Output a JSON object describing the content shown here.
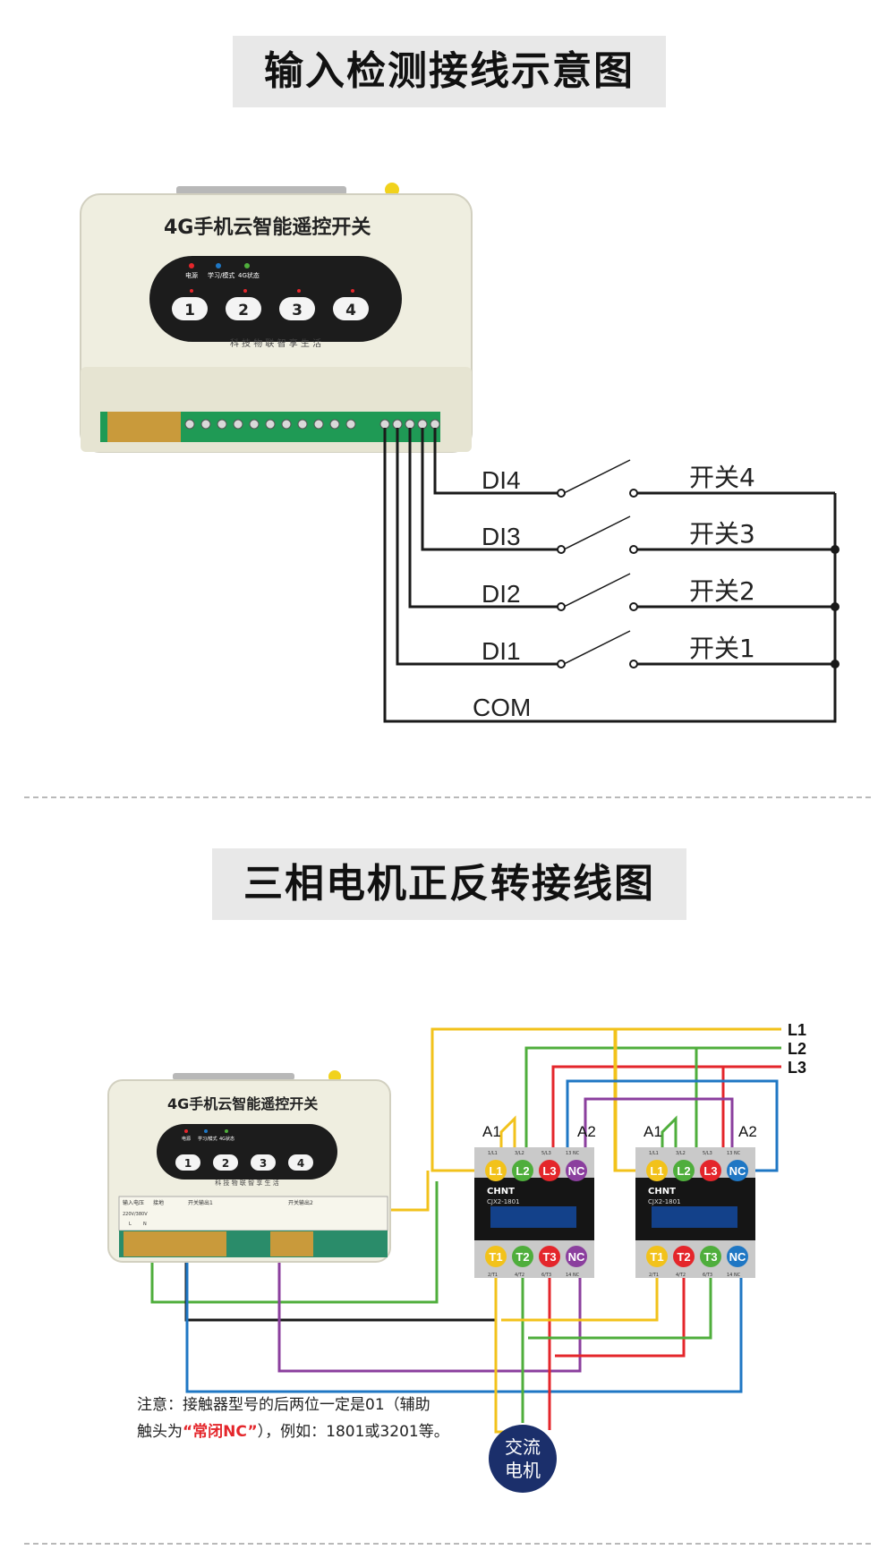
{
  "section1": {
    "title": "输入检测接线示意图",
    "device": {
      "brand": "4G手机云智能遥控开关",
      "leds": [
        "电源",
        "学习/模式",
        "4G状态"
      ],
      "buttons": [
        "1",
        "2",
        "3",
        "4"
      ],
      "slogan": "科 技 物 联    智 享 生 活"
    },
    "inputs": [
      "DI4",
      "DI3",
      "DI2",
      "DI1"
    ],
    "switches": [
      "开关4",
      "开关3",
      "开关2",
      "开关1"
    ],
    "common": "COM"
  },
  "section2": {
    "title": "三相电机正反转接线图",
    "device": {
      "brand": "4G手机云智能遥控开关",
      "leds": [
        "电源",
        "学习/模式",
        "4G状态"
      ],
      "buttons": [
        "1",
        "2",
        "3",
        "4"
      ],
      "slogan": "科 技 物 联    智 享 生 活",
      "terminal_labels": [
        "输入电压",
        "接地",
        "220V/380V",
        "L",
        "N",
        "开关输出1",
        "开关输出2"
      ]
    },
    "phases": [
      "L1",
      "L2",
      "L3"
    ],
    "contactor": {
      "coil": [
        "A1",
        "A2"
      ],
      "top_terminals": [
        "L1",
        "L2",
        "L3",
        "NC"
      ],
      "bottom_terminals": [
        "T1",
        "T2",
        "T3",
        "NC"
      ],
      "brand": "CHNT",
      "model": "CJX2-1801",
      "top_marks": [
        "1/L1",
        "3/L2",
        "5/L3",
        "13 NC"
      ],
      "bottom_marks": [
        "2/T1",
        "4/T2",
        "6/T3",
        "14 NC"
      ]
    },
    "motor": [
      "交流",
      "电机"
    ],
    "note": {
      "line1": "注意：接触器型号的后两位一定是01（辅助",
      "line2_a": "触头为",
      "line2_hl": "“常闭NC”",
      "line2_b": "），例如：1801或3201等。"
    }
  },
  "colors": {
    "yellow": "#f2c21b",
    "green": "#4fae3c",
    "red": "#e4262b",
    "purple": "#8b3f9e",
    "blue": "#1f77c4",
    "device_body": "#efeee0",
    "panel": "#1c1c1c"
  }
}
